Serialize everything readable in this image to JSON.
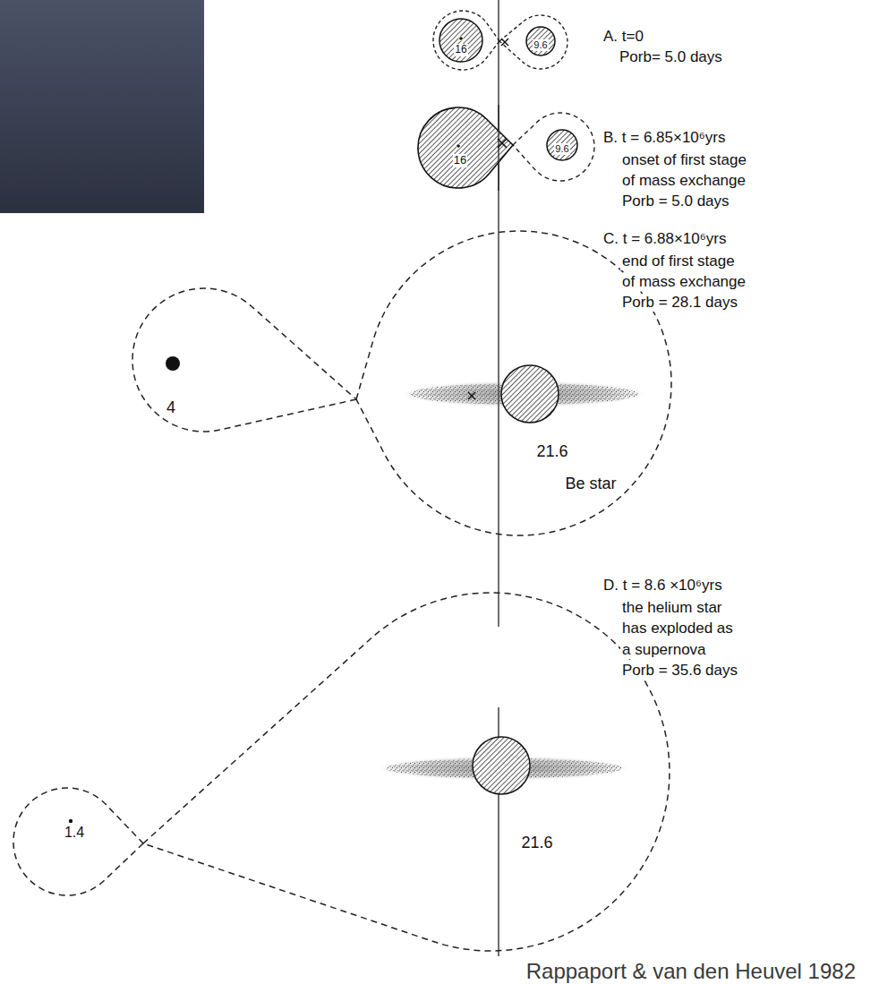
{
  "diagram": {
    "nodes": [
      {
        "text": [
          "16"
        ]
      },
      {
        "text": [
          "9.6"
        ]
      },
      {
        "text": [
          "16"
        ]
      },
      {
        "text": [
          "9.6"
        ]
      },
      {
        "text": [
          "4"
        ]
      },
      {
        "text": [
          "21.6",
          "Be star"
        ]
      },
      {
        "text": [
          "1.4"
        ]
      },
      {
        "text": [
          "21.6"
        ]
      }
    ],
    "labels": [
      "A. t=0",
      "Porb= 5.0 days",
      "B. t = 6.85×10⁶yrs",
      "onset of first stage",
      "of mass exchange",
      "Porb = 5.0 days",
      "C. t = 6.88×10⁶yrs",
      "end of first stage",
      "of mass exchange",
      "Porb = 28.1 days",
      "D. t = 8.6 ×10⁶yrs",
      "the helium star",
      "has exploded as",
      "a supernova",
      "Porb = 35.6 days",
      "Rappaport & van den Heuvel 1982"
    ]
  }
}
